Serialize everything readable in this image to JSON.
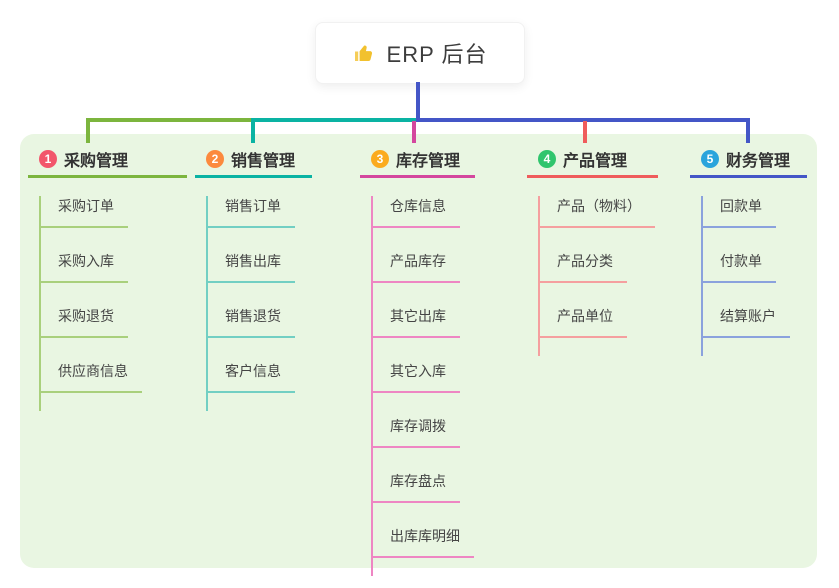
{
  "root": {
    "label": "ERP 后台",
    "icon": "thumbs-up-icon"
  },
  "branches": [
    {
      "number": "1",
      "label": "采购管理",
      "line_color": "#7cb53e",
      "light_color": "#a9d07c",
      "badge_color": "#f2566b",
      "children": [
        "采购订单",
        "采购入库",
        "采购退货",
        "供应商信息"
      ]
    },
    {
      "number": "2",
      "label": "销售管理",
      "line_color": "#0ab3a3",
      "light_color": "#72cfc3",
      "badge_color": "#fc8a3e",
      "children": [
        "销售订单",
        "销售出库",
        "销售退货",
        "客户信息"
      ]
    },
    {
      "number": "3",
      "label": "库存管理",
      "line_color": "#d4479e",
      "light_color": "#ee86c3",
      "badge_color": "#fbab1e",
      "children": [
        "仓库信息",
        "产品库存",
        "其它出库",
        "其它入库",
        "库存调拨",
        "库存盘点",
        "出库库明细"
      ]
    },
    {
      "number": "4",
      "label": "产品管理",
      "line_color": "#ef5c5c",
      "light_color": "#f59f9f",
      "badge_color": "#30c56d",
      "children": [
        "产品（物料）",
        "产品分类",
        "产品单位"
      ]
    },
    {
      "number": "5",
      "label": "财务管理",
      "line_color": "#4456c7",
      "light_color": "#8ba2dd",
      "badge_color": "#2aa4dc",
      "children": [
        "回款单",
        "付款单",
        "结算账户"
      ]
    }
  ],
  "colors": {
    "root_line": "#4456c7",
    "panel_bg": "#e9f6e2",
    "thumb": "#f2c12e"
  }
}
